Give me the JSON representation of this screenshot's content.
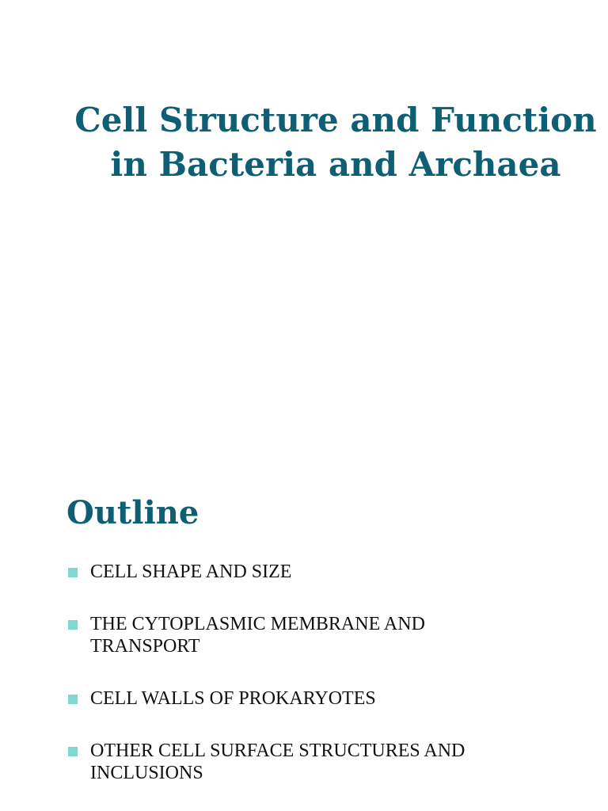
{
  "slide1": {
    "title_lines": [
      "Cell Structure and Function",
      "in Bacteria and Archaea"
    ]
  },
  "slide2": {
    "heading": "Outline",
    "bullet_color": "#7fd9cf",
    "items": [
      [
        "CELL SHAPE AND SIZE"
      ],
      [
        "THE CYTOPLASMIC MEMBRANE AND",
        "TRANSPORT"
      ],
      [
        "CELL WALLS OF PROKARYOTES"
      ],
      [
        "OTHER CELL SURFACE STRUCTURES AND",
        "INCLUSIONS"
      ]
    ]
  }
}
